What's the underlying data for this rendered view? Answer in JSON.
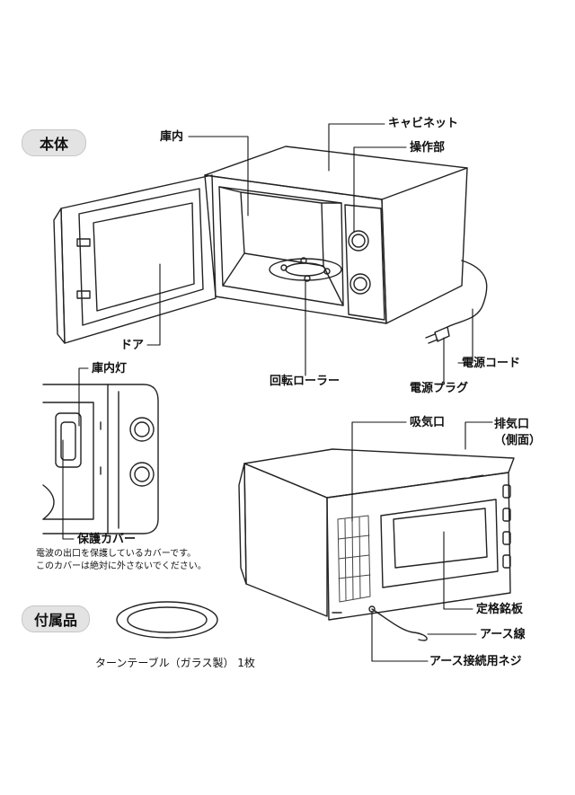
{
  "sections": {
    "main_unit": "本体",
    "accessories": "付属品"
  },
  "labels": {
    "interior": "庫内",
    "cabinet": "キャビネット",
    "control_panel": "操作部",
    "door": "ドア",
    "roller": "回転ローラー",
    "power_cord": "電源コード",
    "power_plug": "電源プラグ",
    "interior_light": "庫内灯",
    "protective_cover": "保護カバー",
    "intake": "吸気口",
    "exhaust": "排気口\n（側面）",
    "rating_plate": "定格銘板",
    "ground_wire": "アース線",
    "ground_screw": "アース接続用ネジ"
  },
  "notes": {
    "cover_line1": "電波の出口を保護しているカバーです。",
    "cover_line2": "このカバーは絶対に外さないでください。",
    "turntable": "ターンテーブル（ガラス製） 1枚"
  }
}
